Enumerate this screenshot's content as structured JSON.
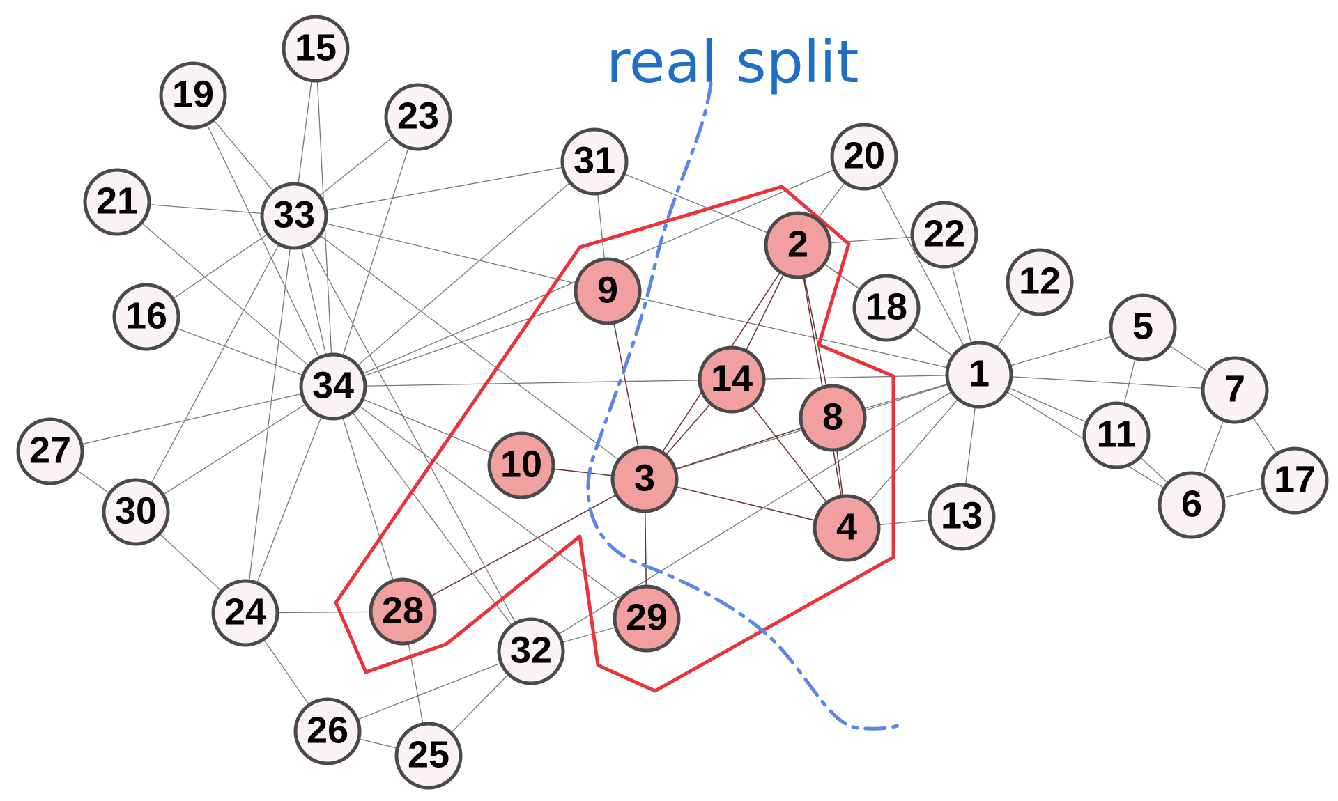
{
  "caption": "real split",
  "colors": {
    "node_fill": "#fbf2f7",
    "node_highlight_fill": "#f2a09f",
    "node_stroke": "#4a4a4a",
    "edge": "#777777",
    "edge_highlight": "#6b3a3a",
    "community_outline": "#e8343a",
    "split_line": "#5b86e8",
    "caption": "#1f6fc6"
  },
  "highlighted_nodes": [
    "2",
    "3",
    "4",
    "8",
    "9",
    "10",
    "14",
    "28",
    "29"
  ],
  "nodes": [
    {
      "id": "1",
      "label": "1"
    },
    {
      "id": "2",
      "label": "2"
    },
    {
      "id": "3",
      "label": "3"
    },
    {
      "id": "4",
      "label": "4"
    },
    {
      "id": "5",
      "label": "5"
    },
    {
      "id": "6",
      "label": "6"
    },
    {
      "id": "7",
      "label": "7"
    },
    {
      "id": "8",
      "label": "8"
    },
    {
      "id": "9",
      "label": "9"
    },
    {
      "id": "10",
      "label": "10"
    },
    {
      "id": "11",
      "label": "11"
    },
    {
      "id": "12",
      "label": "12"
    },
    {
      "id": "13",
      "label": "13"
    },
    {
      "id": "14",
      "label": "14"
    },
    {
      "id": "15",
      "label": "15"
    },
    {
      "id": "16",
      "label": "16"
    },
    {
      "id": "17",
      "label": "17"
    },
    {
      "id": "18",
      "label": "18"
    },
    {
      "id": "19",
      "label": "19"
    },
    {
      "id": "20",
      "label": "20"
    },
    {
      "id": "21",
      "label": "21"
    },
    {
      "id": "22",
      "label": "22"
    },
    {
      "id": "23",
      "label": "23"
    },
    {
      "id": "24",
      "label": "24"
    },
    {
      "id": "25",
      "label": "25"
    },
    {
      "id": "26",
      "label": "26"
    },
    {
      "id": "27",
      "label": "27"
    },
    {
      "id": "28",
      "label": "28"
    },
    {
      "id": "29",
      "label": "29"
    },
    {
      "id": "30",
      "label": "30"
    },
    {
      "id": "31",
      "label": "31"
    },
    {
      "id": "32",
      "label": "32"
    },
    {
      "id": "33",
      "label": "33"
    },
    {
      "id": "34",
      "label": "34"
    }
  ],
  "edges": [
    [
      "1",
      "2"
    ],
    [
      "1",
      "3"
    ],
    [
      "1",
      "4"
    ],
    [
      "1",
      "5"
    ],
    [
      "1",
      "6"
    ],
    [
      "1",
      "7"
    ],
    [
      "1",
      "8"
    ],
    [
      "1",
      "9"
    ],
    [
      "1",
      "11"
    ],
    [
      "1",
      "12"
    ],
    [
      "1",
      "13"
    ],
    [
      "1",
      "14"
    ],
    [
      "1",
      "18"
    ],
    [
      "1",
      "20"
    ],
    [
      "1",
      "22"
    ],
    [
      "1",
      "32"
    ],
    [
      "2",
      "3"
    ],
    [
      "2",
      "4"
    ],
    [
      "2",
      "8"
    ],
    [
      "2",
      "14"
    ],
    [
      "2",
      "18"
    ],
    [
      "2",
      "20"
    ],
    [
      "2",
      "22"
    ],
    [
      "2",
      "31"
    ],
    [
      "3",
      "4"
    ],
    [
      "3",
      "8"
    ],
    [
      "3",
      "9"
    ],
    [
      "3",
      "10"
    ],
    [
      "3",
      "14"
    ],
    [
      "3",
      "28"
    ],
    [
      "3",
      "29"
    ],
    [
      "3",
      "33"
    ],
    [
      "4",
      "8"
    ],
    [
      "4",
      "13"
    ],
    [
      "4",
      "14"
    ],
    [
      "5",
      "7"
    ],
    [
      "5",
      "11"
    ],
    [
      "6",
      "7"
    ],
    [
      "6",
      "11"
    ],
    [
      "6",
      "17"
    ],
    [
      "7",
      "17"
    ],
    [
      "9",
      "31"
    ],
    [
      "9",
      "33"
    ],
    [
      "9",
      "34"
    ],
    [
      "10",
      "34"
    ],
    [
      "14",
      "34"
    ],
    [
      "15",
      "33"
    ],
    [
      "15",
      "34"
    ],
    [
      "16",
      "33"
    ],
    [
      "16",
      "34"
    ],
    [
      "19",
      "33"
    ],
    [
      "19",
      "34"
    ],
    [
      "20",
      "34"
    ],
    [
      "21",
      "33"
    ],
    [
      "21",
      "34"
    ],
    [
      "23",
      "33"
    ],
    [
      "23",
      "34"
    ],
    [
      "24",
      "26"
    ],
    [
      "24",
      "28"
    ],
    [
      "24",
      "30"
    ],
    [
      "24",
      "33"
    ],
    [
      "24",
      "34"
    ],
    [
      "25",
      "26"
    ],
    [
      "25",
      "28"
    ],
    [
      "25",
      "32"
    ],
    [
      "26",
      "32"
    ],
    [
      "27",
      "30"
    ],
    [
      "27",
      "34"
    ],
    [
      "28",
      "34"
    ],
    [
      "29",
      "32"
    ],
    [
      "29",
      "34"
    ],
    [
      "30",
      "33"
    ],
    [
      "30",
      "34"
    ],
    [
      "31",
      "33"
    ],
    [
      "31",
      "34"
    ],
    [
      "32",
      "33"
    ],
    [
      "32",
      "34"
    ],
    [
      "33",
      "34"
    ]
  ]
}
